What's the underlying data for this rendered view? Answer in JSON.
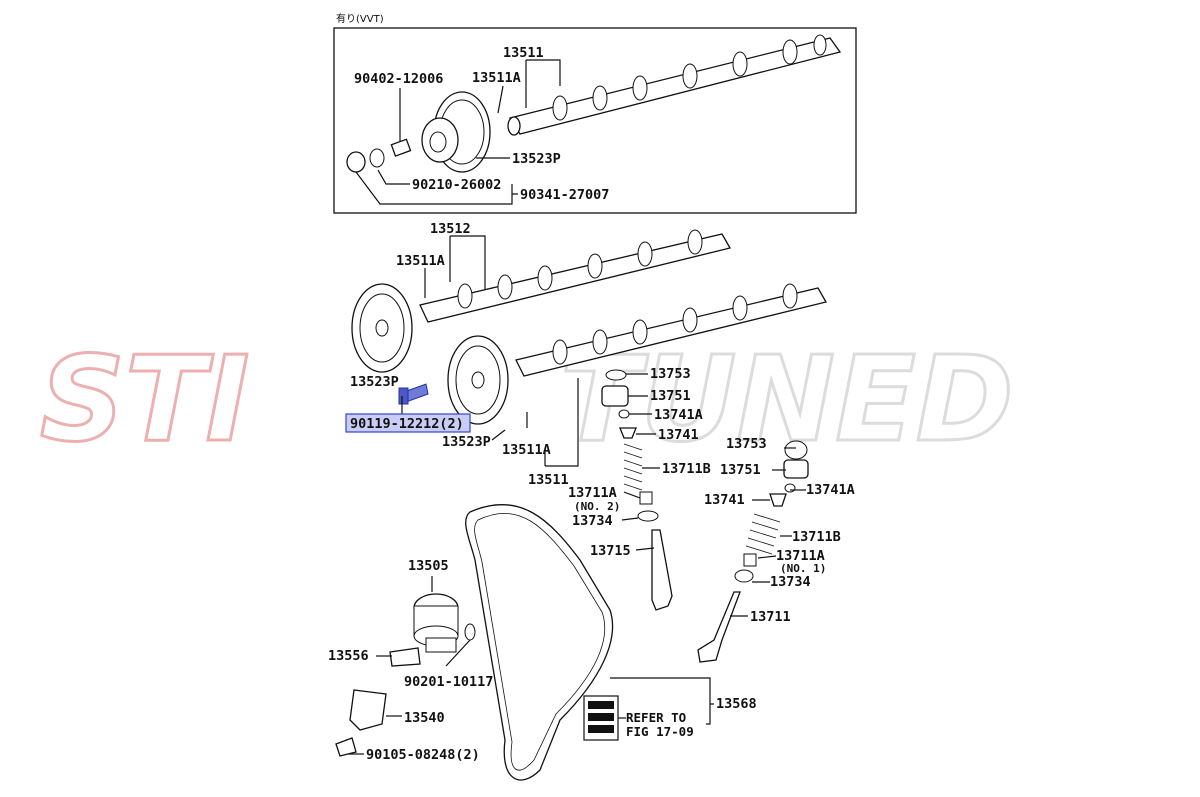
{
  "diagram": {
    "vvt_box_title": "有り(VVT)",
    "watermark": {
      "part1": "STI",
      "part2": "TUNED",
      "accent_color": "#e07070",
      "base_color": "#c0c0c0"
    },
    "highlight_color": "#c9cdf5",
    "labels": {
      "p13511_top": "13511",
      "p13511A_top": "13511A",
      "p90402": "90402-12006",
      "p13523P_top": "13523P",
      "p90210": "90210-26002",
      "p90341": "90341-27007",
      "p13512": "13512",
      "p13511A_mid": "13511A",
      "p13523P_left": "13523P",
      "p90119": "90119-12212(2)",
      "p13523P_mid": "13523P",
      "p13511A_low": "13511A",
      "p13511_low": "13511",
      "p13753_a": "13753",
      "p13751_a": "13751",
      "p13741A_a": "13741A",
      "p13741_a": "13741",
      "p13711B_a": "13711B",
      "p13711A_a": "13711A",
      "p13711A_a_note": "(NO. 2)",
      "p13734_a": "13734",
      "p13715": "13715",
      "p13753_b": "13753",
      "p13751_b": "13751",
      "p13741A_b": "13741A",
      "p13741_b": "13741",
      "p13711B_b": "13711B",
      "p13711A_b": "13711A",
      "p13711A_b_note": "(NO. 1)",
      "p13734_b": "13734",
      "p13711": "13711",
      "p13505": "13505",
      "p13556": "13556",
      "p90201": "90201-10117",
      "p13540": "13540",
      "p90105": "90105-08248(2)",
      "p13568": "13568",
      "refer_line1": "REFER TO",
      "refer_line2": "FIG 17-09"
    }
  }
}
